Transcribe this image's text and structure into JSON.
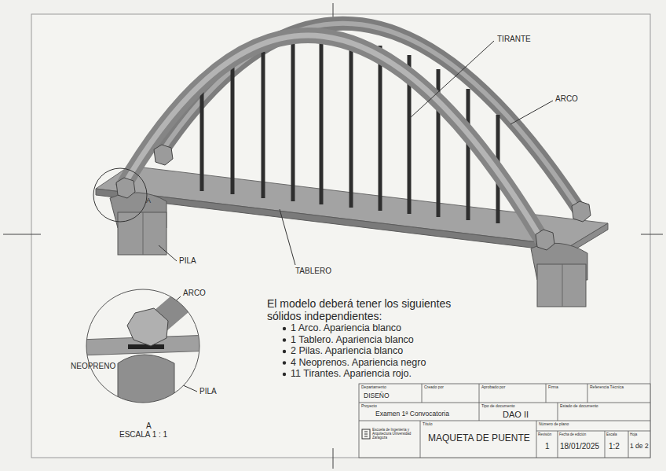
{
  "diagram": {
    "labels": [
      "TIRANTE",
      "ARCO",
      "A",
      "PILA",
      "TABLERO",
      "ARCO",
      "NEOPRENO",
      "PILA",
      "A",
      "ESCALA 1 : 1",
      "El modelo deberá tener los siguientes sólidos independientes:",
      "1 Arco. Apariencia blanco",
      "1 Tablero. Apariencia blanco",
      "2 Pilas. Apariencia blanco",
      "4 Neoprenos. Apariencia negro",
      "11 Tirantes. Apariencia rojo.",
      "Departamento",
      "DISEÑO",
      "Creado por",
      "Aprobado por",
      "Firma",
      "Referencia Técnica",
      "Proyecto",
      "Examen 1ª Convocatoria",
      "Tipo de documento",
      "DAO II",
      "Estado de documento",
      "Escuela de Ingeniería y Arquitectura Universidad Zaragoza",
      "Título",
      "MAQUETA DE PUENTE",
      "Número de plano",
      "Revisión",
      "1",
      "Fecha de edición",
      "18/01/2025",
      "Escala",
      "1:2",
      "Hoja",
      "1 de 2"
    ]
  }
}
